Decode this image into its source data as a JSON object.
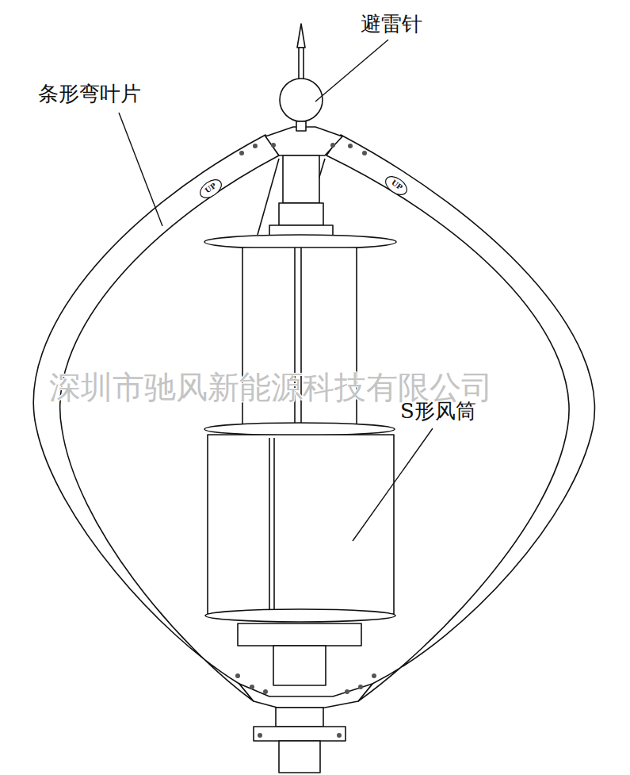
{
  "diagram": {
    "labels": [
      "避雷针",
      "条形弯叶片",
      "UP",
      "UP",
      "深圳市驰风新能源科技有限公司",
      "S形风筒"
    ]
  }
}
